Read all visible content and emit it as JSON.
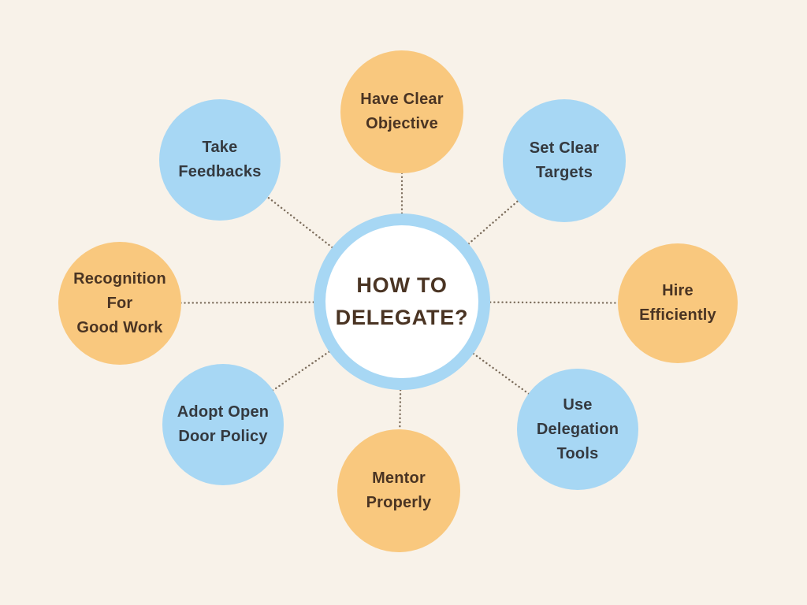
{
  "diagram": {
    "title": "HOW TO DELEGATE?",
    "center": {
      "label": "HOW TO DELEGATE?",
      "lines": [
        "HOW TO",
        "DELEGATE?"
      ]
    },
    "nodes": [
      {
        "id": "have-clear-objective",
        "label": "Have Clear Objective",
        "lines": [
          "Have Clear",
          "Objective"
        ],
        "color": "orange",
        "position": "top"
      },
      {
        "id": "set-clear-targets",
        "label": "Set Clear Targets",
        "lines": [
          "Set Clear",
          "Targets"
        ],
        "color": "blue",
        "position": "top-right"
      },
      {
        "id": "hire-efficiently",
        "label": "Hire Efficiently",
        "lines": [
          "Hire",
          "Efficiently"
        ],
        "color": "orange",
        "position": "right"
      },
      {
        "id": "use-delegation-tools",
        "label": "Use Delegation Tools",
        "lines": [
          "Use",
          "Delegation",
          "Tools"
        ],
        "color": "blue",
        "position": "bottom-right"
      },
      {
        "id": "mentor-properly",
        "label": "Mentor Properly",
        "lines": [
          "Mentor",
          "Properly"
        ],
        "color": "orange",
        "position": "bottom"
      },
      {
        "id": "adopt-open-door-policy",
        "label": "Adopt Open Door Policy",
        "lines": [
          "Adopt Open",
          "Door Policy"
        ],
        "color": "blue",
        "position": "bottom-left"
      },
      {
        "id": "recognition-for-good-work",
        "label": "Recognition For Good Work",
        "lines": [
          "Recognition",
          "For",
          "Good Work"
        ],
        "color": "orange",
        "position": "left"
      },
      {
        "id": "take-feedbacks",
        "label": "Take Feedbacks",
        "lines": [
          "Take",
          "Feedbacks"
        ],
        "color": "blue",
        "position": "top-left"
      }
    ],
    "colors": {
      "background": "#f8f2e9",
      "orange": "#f9c87e",
      "blue": "#a7d7f4",
      "center_fill": "#ffffff",
      "center_border": "#a7d7f4",
      "text_brown": "#4a3423",
      "text_dark": "#34393f",
      "connector": "#7d6e5d"
    }
  }
}
